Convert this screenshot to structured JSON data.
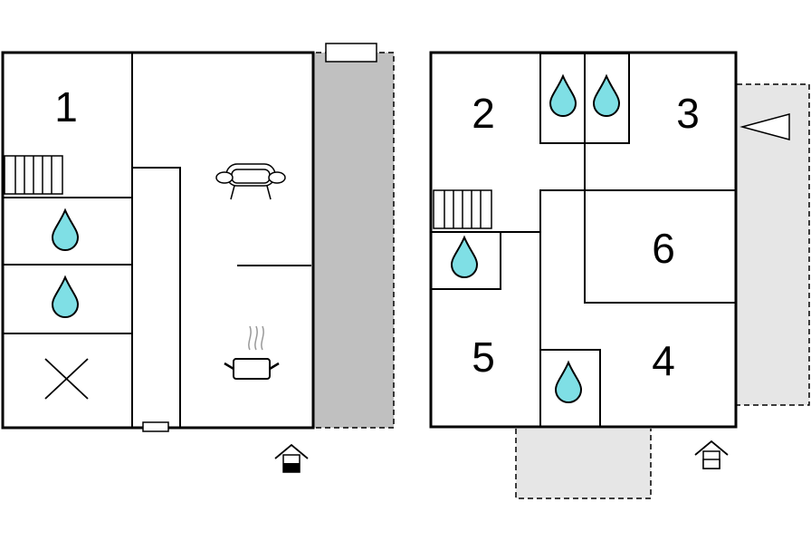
{
  "floors": [
    {
      "name": "ground-floor",
      "rooms": [
        {
          "id": "room-1",
          "label": "1"
        }
      ]
    },
    {
      "name": "upper-floor",
      "rooms": [
        {
          "id": "room-2",
          "label": "2"
        },
        {
          "id": "room-3",
          "label": "3"
        },
        {
          "id": "room-4",
          "label": "4"
        },
        {
          "id": "room-5",
          "label": "5"
        },
        {
          "id": "room-6",
          "label": "6"
        }
      ]
    }
  ],
  "icons": [
    "water-drop-icon",
    "stairs-icon",
    "sofa-icon",
    "cooking-pot-icon",
    "cross-icon",
    "entrance-icon",
    "direction-arrow-icon"
  ],
  "colors": {
    "wall": "#000000",
    "water": "#7fdfe5",
    "terrace_dark": "#c0c0c0",
    "terrace_light": "#e6e6e6"
  }
}
